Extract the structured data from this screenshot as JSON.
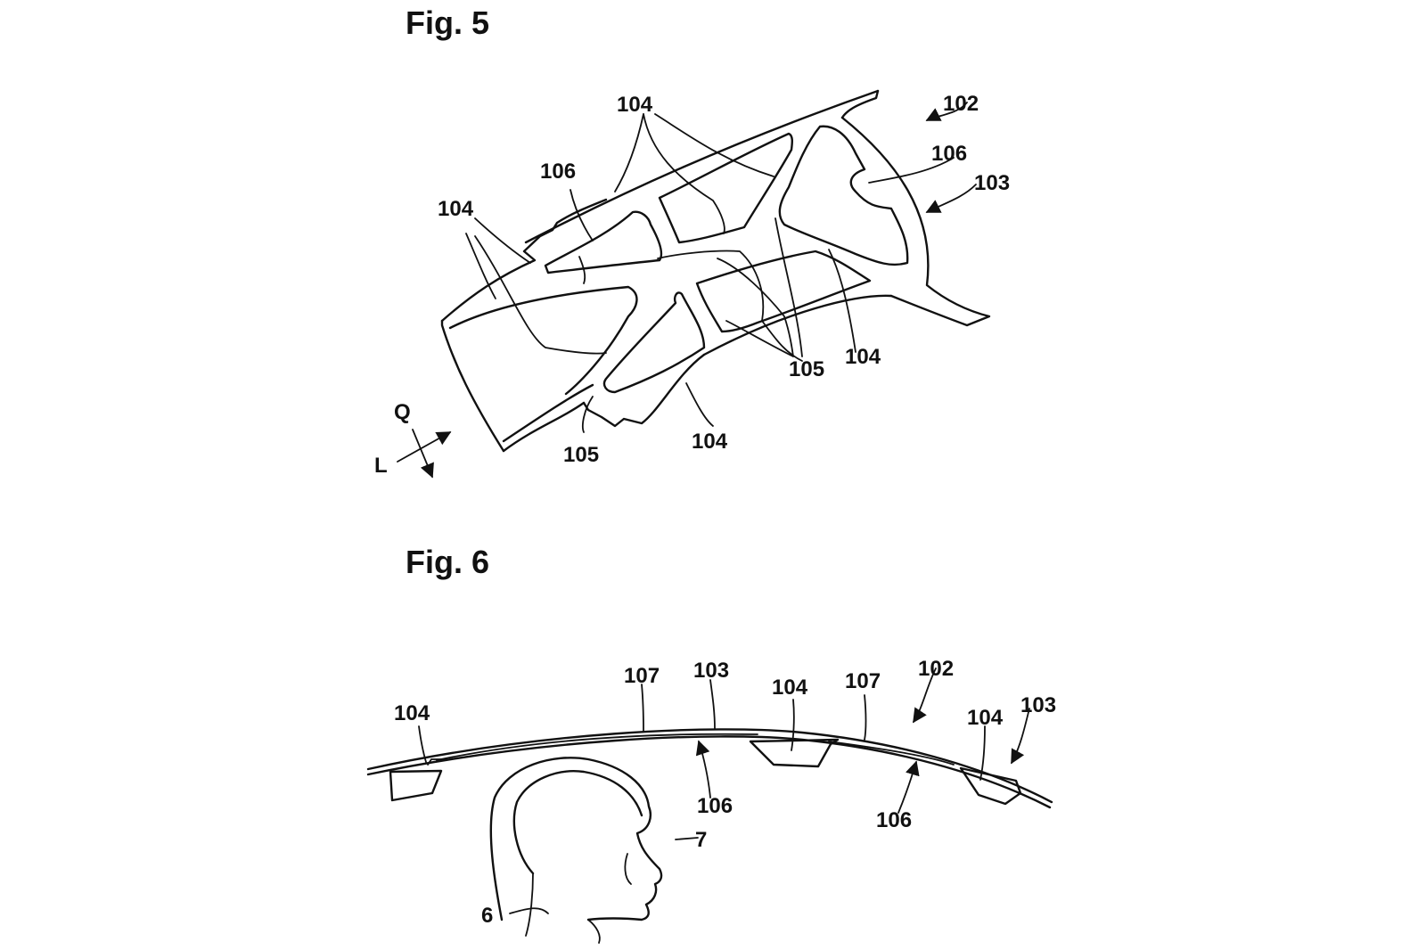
{
  "figures": [
    {
      "title": "Fig. 5",
      "labels": {
        "l102": "102",
        "l103": "103",
        "l104a": "104",
        "l104b": "104",
        "l104c": "104",
        "l104d": "104",
        "l105a": "105",
        "l105b": "105",
        "l106a": "106",
        "l106b": "106",
        "axisQ": "Q",
        "axisL": "L"
      }
    },
    {
      "title": "Fig. 6",
      "labels": {
        "l104a": "104",
        "l107a": "107",
        "l103a": "103",
        "l104b": "104",
        "l107b": "107",
        "l102": "102",
        "l104c": "104",
        "l103b": "103",
        "l106a": "106",
        "l106b": "106",
        "l7": "7",
        "l6": "6"
      }
    }
  ]
}
